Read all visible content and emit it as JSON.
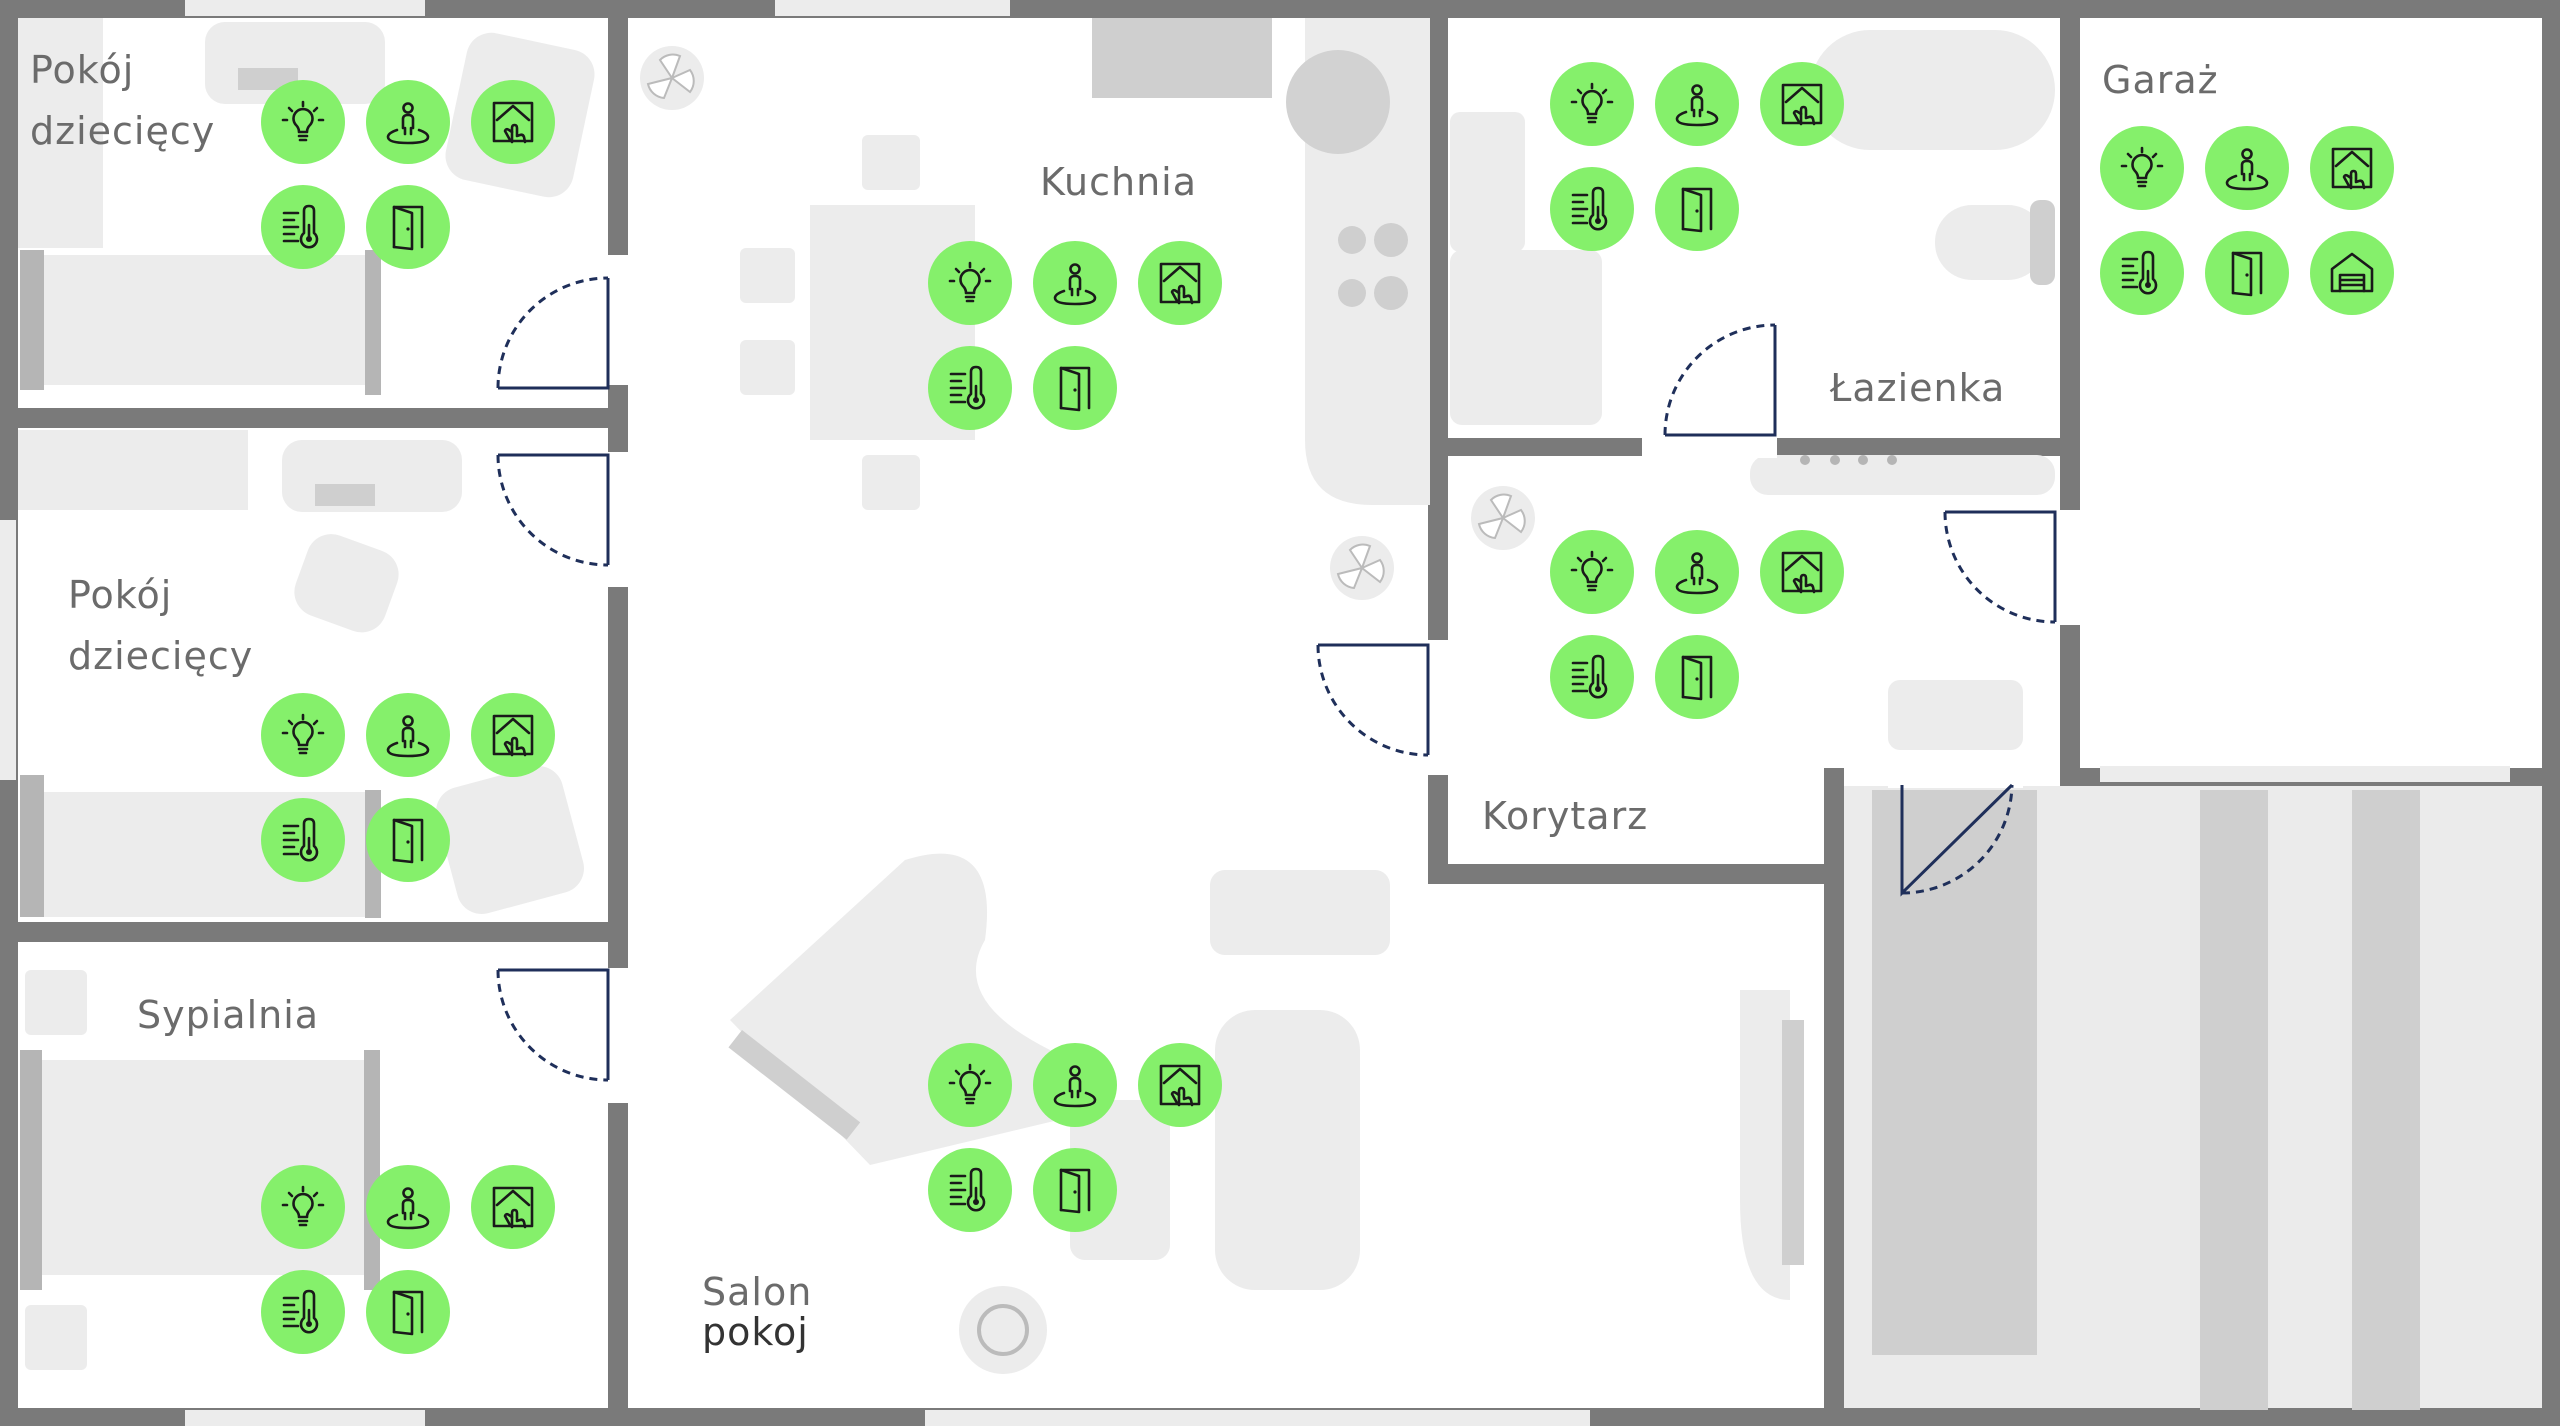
{
  "rooms": {
    "kids1": {
      "label": "Pokój\ndziecięcy"
    },
    "kids2": {
      "label": "Pokój\ndziecięcy"
    },
    "bedroom": {
      "label": "Sypialnia"
    },
    "kitchen": {
      "label": "Kuchnia"
    },
    "bathroom": {
      "label": "Łazienka"
    },
    "garage": {
      "label": "Garaż"
    },
    "corridor": {
      "label": "Korytarz"
    },
    "salon": {
      "label": "Salon",
      "sublabel": "pokoj"
    }
  },
  "sensor_types": [
    "light-icon",
    "presence-icon",
    "touch-panel-icon",
    "thermostat-icon",
    "door-icon",
    "garage-icon"
  ],
  "colors": {
    "sensor": "#85f06b",
    "wall": "#7a7a7a",
    "furniture": "#ececec",
    "door": "#1f2f5a",
    "label": "#6b6b6b"
  },
  "sensor_groups": [
    {
      "room": "kids1",
      "icons": [
        "light-icon",
        "presence-icon",
        "touch-panel-icon",
        "thermostat-icon",
        "door-icon"
      ]
    },
    {
      "room": "kids2",
      "icons": [
        "light-icon",
        "presence-icon",
        "touch-panel-icon",
        "thermostat-icon",
        "door-icon"
      ]
    },
    {
      "room": "bedroom",
      "icons": [
        "light-icon",
        "presence-icon",
        "touch-panel-icon",
        "thermostat-icon",
        "door-icon"
      ]
    },
    {
      "room": "kitchen",
      "icons": [
        "light-icon",
        "presence-icon",
        "touch-panel-icon",
        "thermostat-icon",
        "door-icon"
      ]
    },
    {
      "room": "bathroom",
      "icons": [
        "light-icon",
        "presence-icon",
        "touch-panel-icon",
        "thermostat-icon",
        "door-icon"
      ]
    },
    {
      "room": "garage",
      "icons": [
        "light-icon",
        "presence-icon",
        "touch-panel-icon",
        "thermostat-icon",
        "door-icon",
        "garage-icon"
      ]
    },
    {
      "room": "corridor",
      "icons": [
        "light-icon",
        "presence-icon",
        "touch-panel-icon",
        "thermostat-icon",
        "door-icon"
      ]
    },
    {
      "room": "salon",
      "icons": [
        "light-icon",
        "presence-icon",
        "touch-panel-icon",
        "thermostat-icon",
        "door-icon"
      ]
    }
  ]
}
